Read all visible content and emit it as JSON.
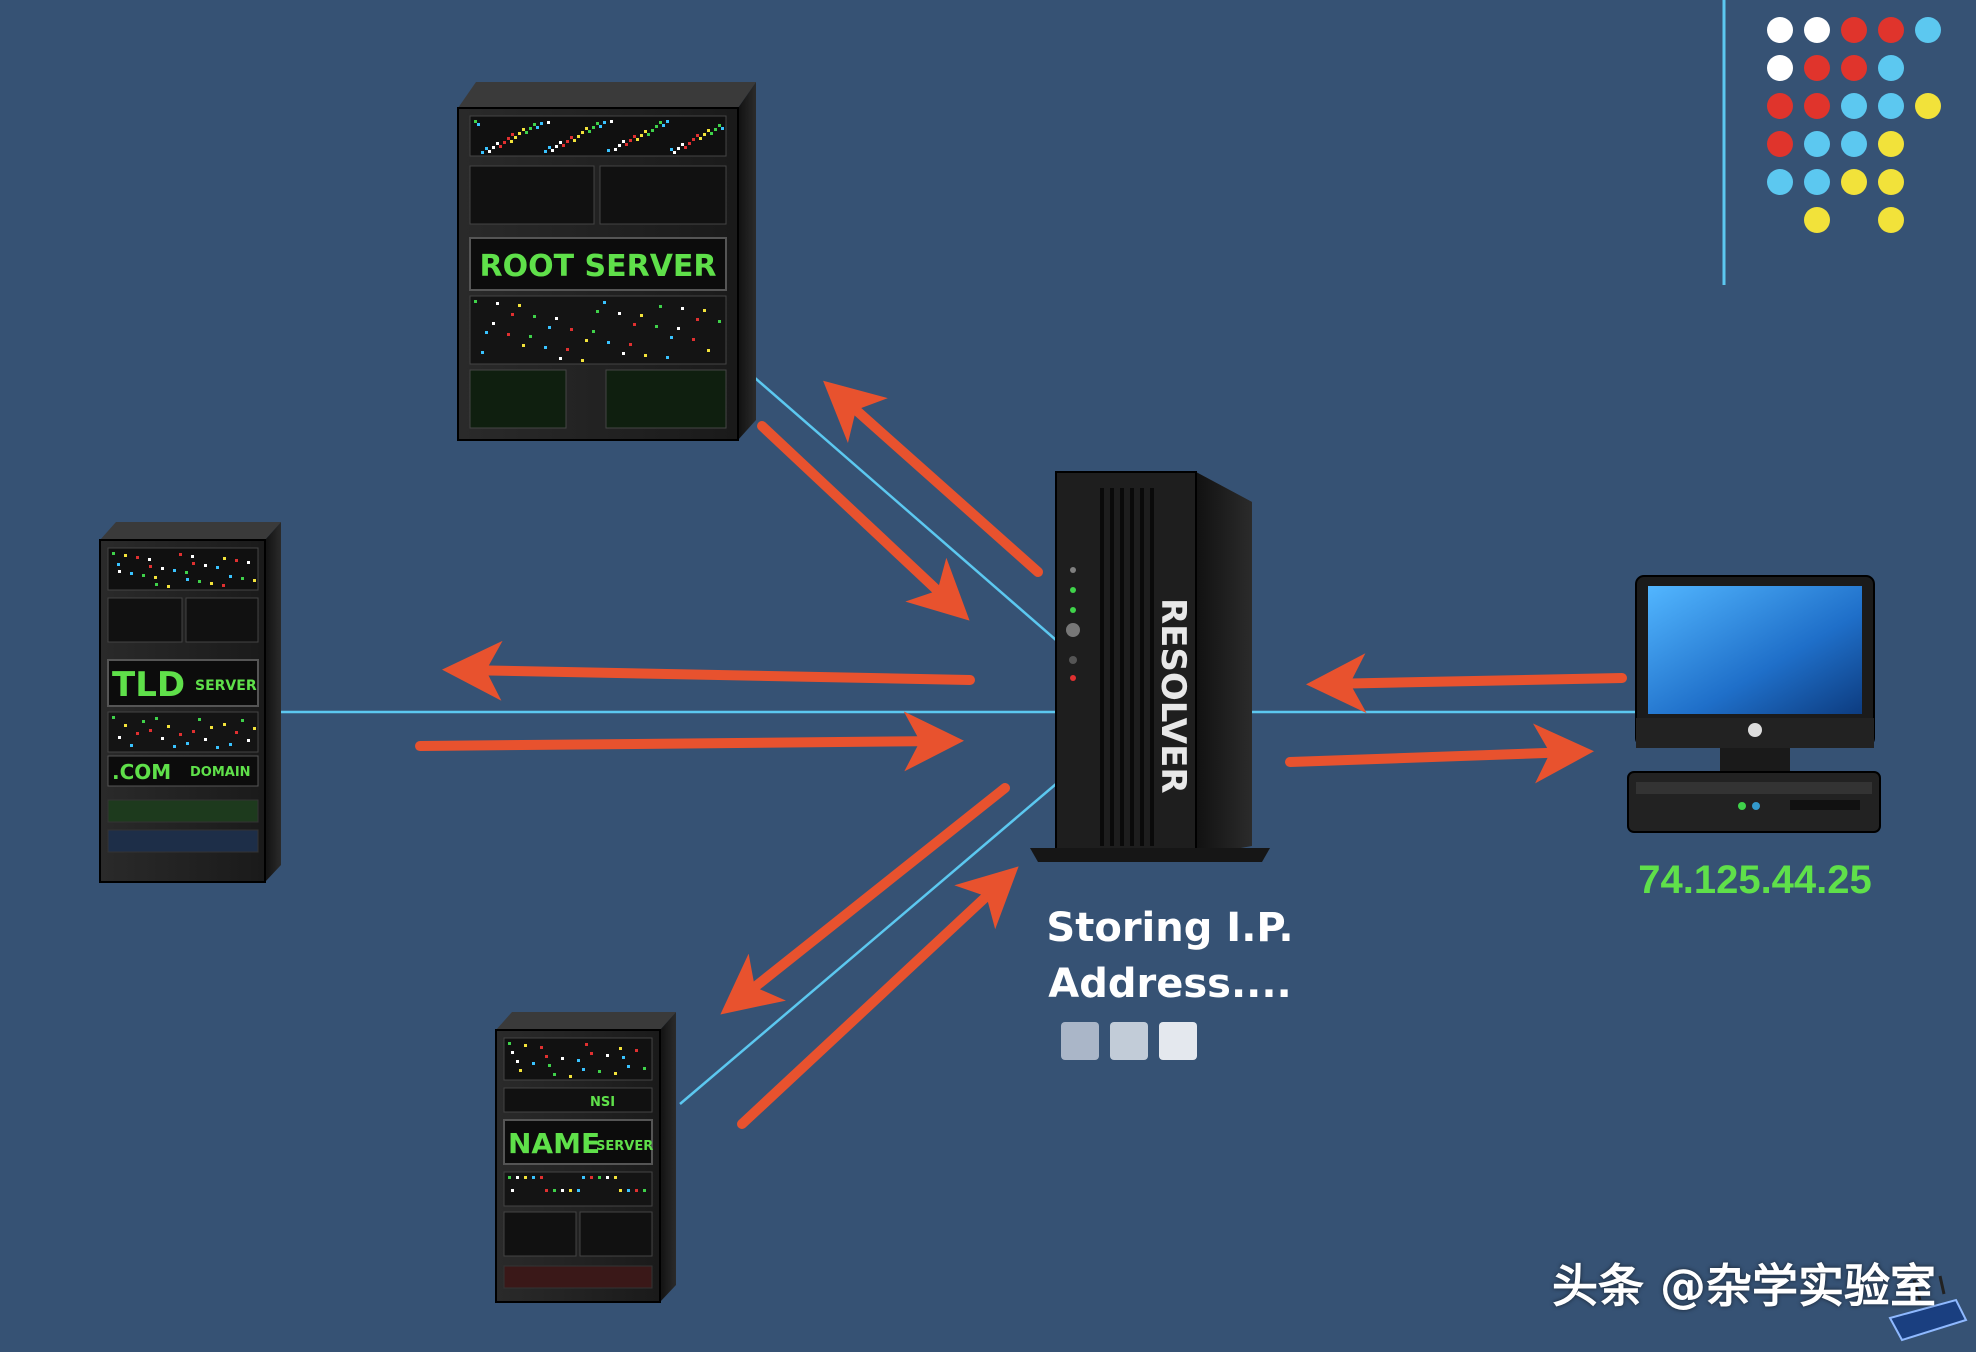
{
  "servers": {
    "root": {
      "label": "ROOT SERVER"
    },
    "tld": {
      "label_main": "TLD",
      "label_sub": "SERVER",
      "domain_main": ".COM",
      "domain_sub": "DOMAIN"
    },
    "name": {
      "label_main": "NAME",
      "label_sub": "SERVER",
      "small_tag": "NSI"
    }
  },
  "resolver": {
    "label": "RESOLVER",
    "status_line1": "Storing I.P.",
    "status_line2": "Address...."
  },
  "client": {
    "ip_address": "74.125.44.25"
  },
  "watermark": "头条 @杂学实验室",
  "colors": {
    "background": "#365274",
    "arrow": "#e8522e",
    "link_line": "#5cc8f0",
    "server_text": "#5fe04a",
    "dots": [
      "#ffffff",
      "#e0342c",
      "#5cc8f0",
      "#f2e23a"
    ]
  },
  "icons": [
    "root-server-icon",
    "tld-server-icon",
    "name-server-icon",
    "resolver-tower-icon",
    "desktop-computer-icon",
    "router-icon"
  ]
}
